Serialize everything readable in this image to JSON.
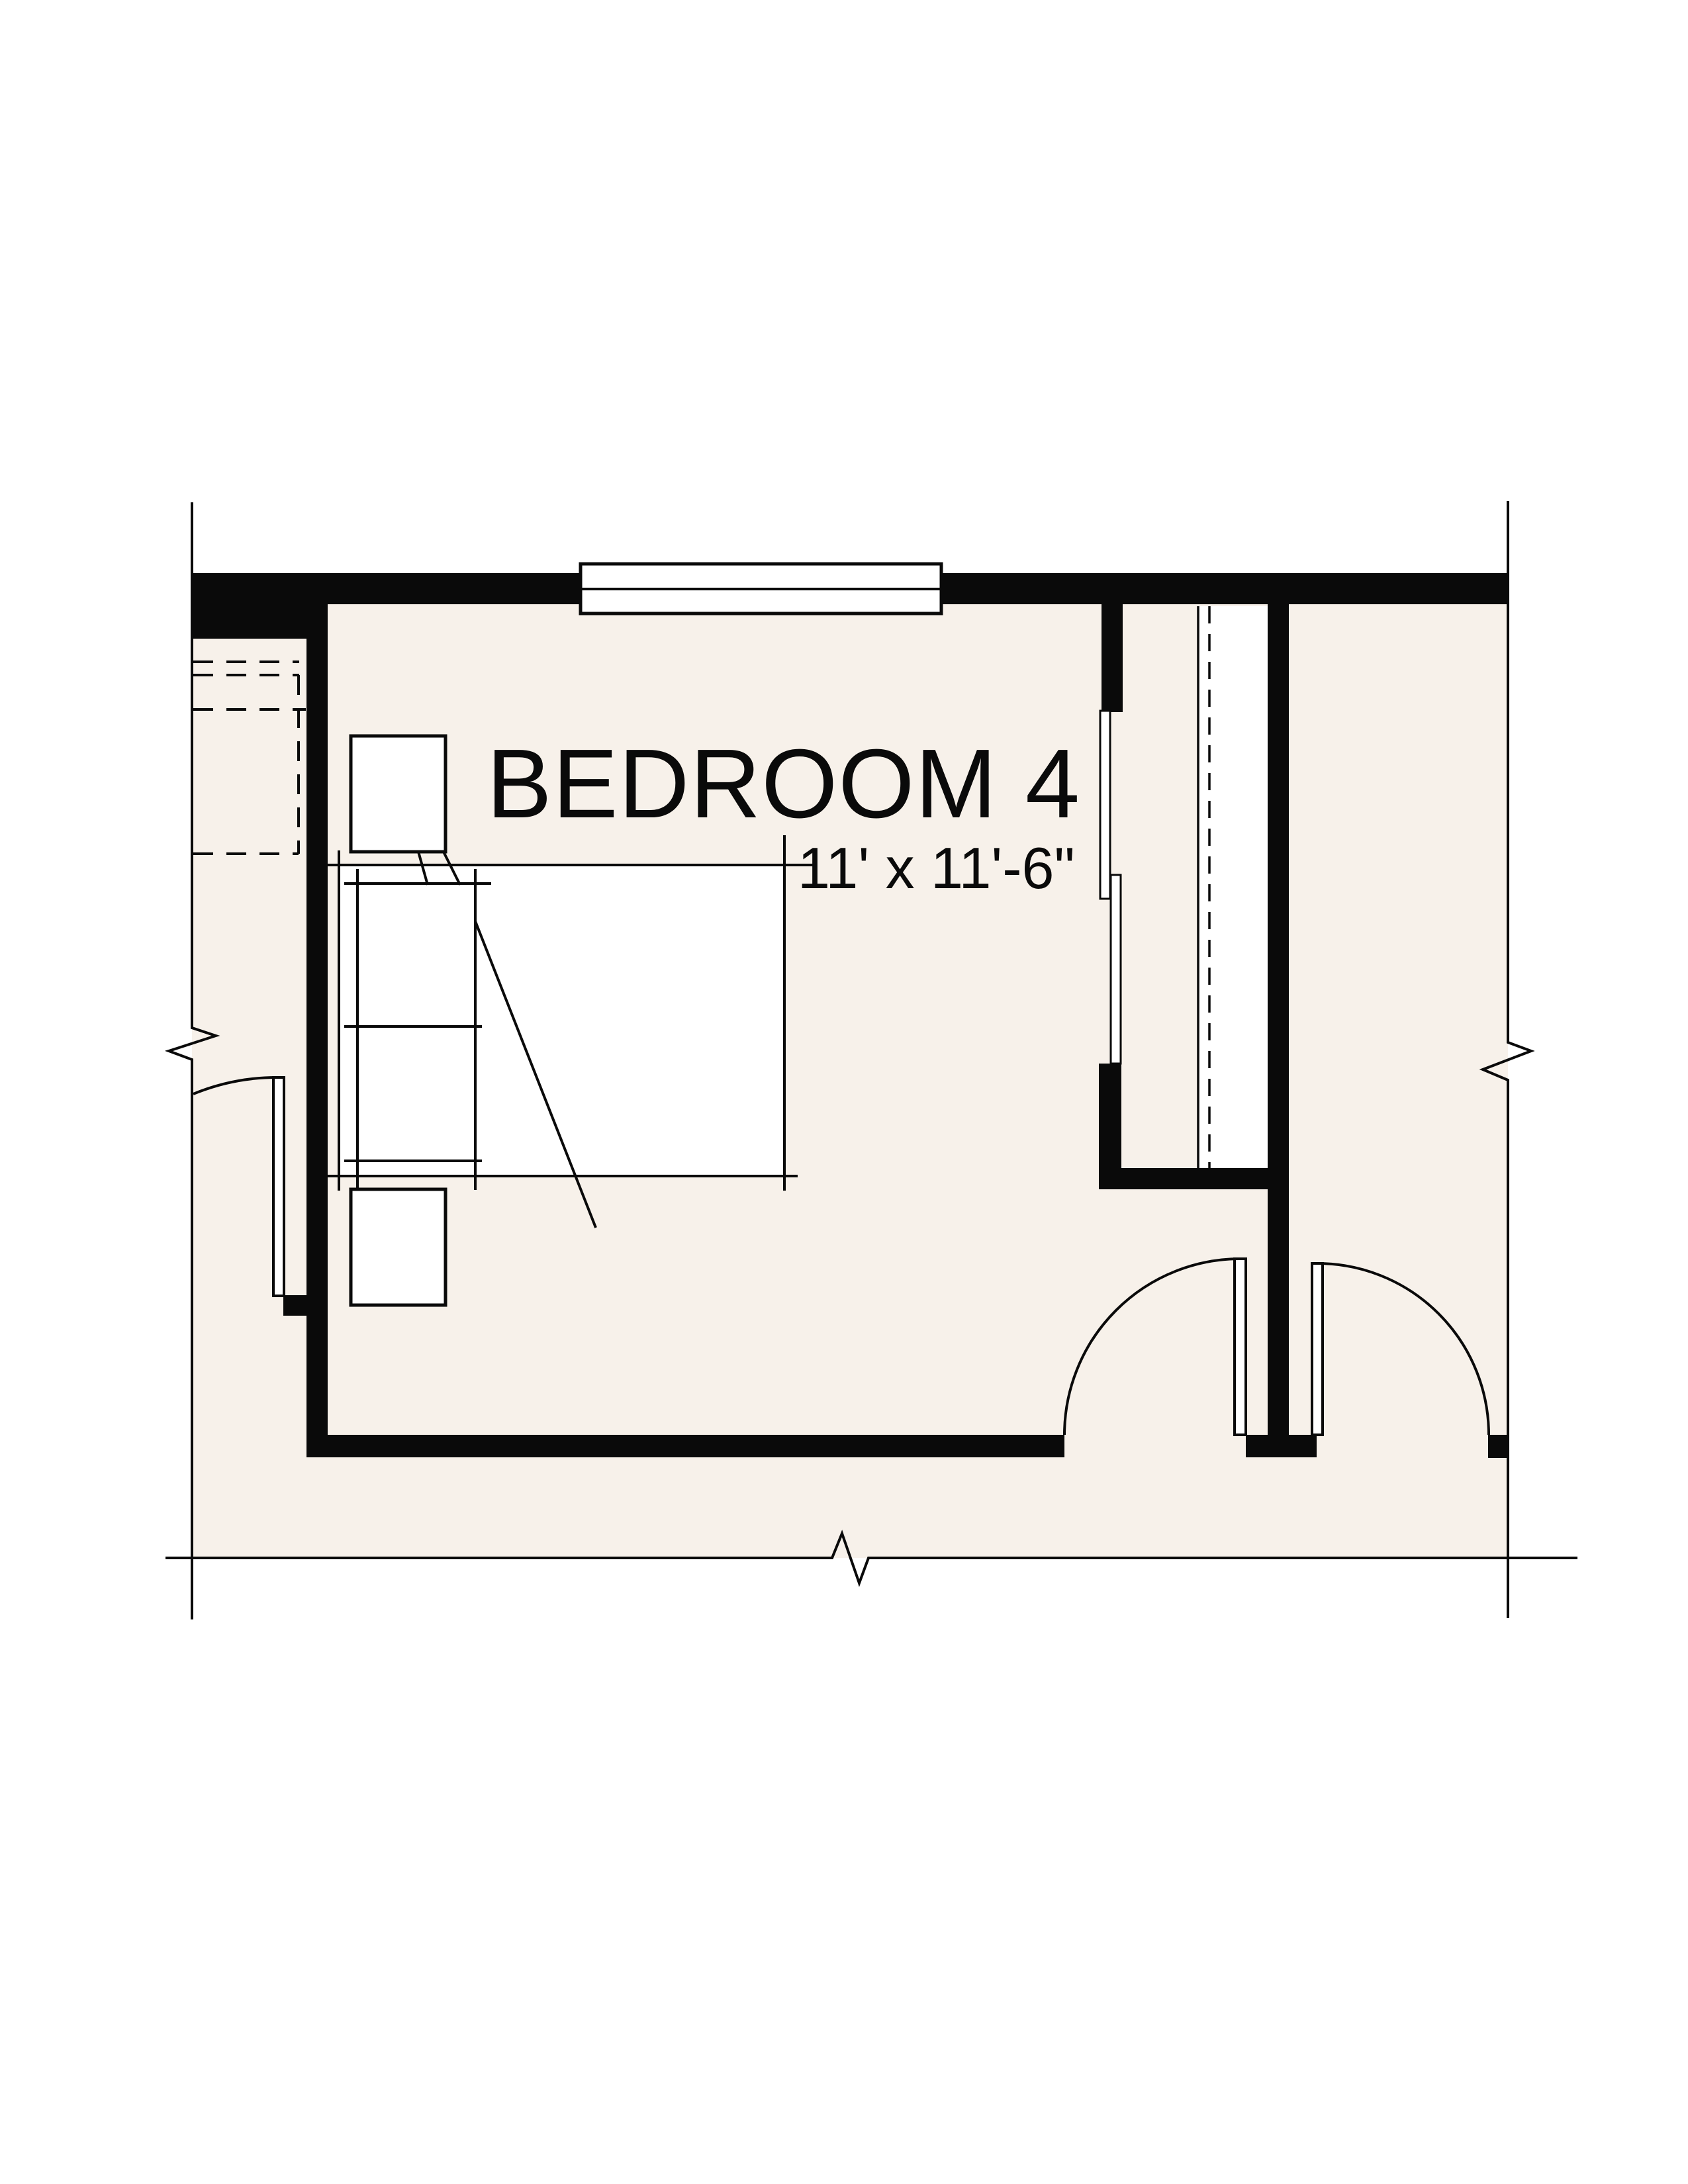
{
  "room": {
    "name": "BEDROOM 4",
    "dimensions": "11' x 11'-6\""
  },
  "colors": {
    "paper": "#ffffff",
    "floor": "#f7f1ea",
    "line": "#0a0a0a",
    "furniture_fill": "#ffffff"
  },
  "plan": {
    "type": "architectural-floor-plan",
    "features": [
      "double-bed-with-pillows-and-blanket-fold",
      "nightstand-upper",
      "nightstand-lower",
      "window-top-wall",
      "bipass-closet-doors",
      "closet-shelf-and-rod",
      "swing-door-left-neighbor-room",
      "swing-door-bottom-left",
      "swing-door-bottom-right",
      "dashed-wardrobe-neighbor-room",
      "break-line-left",
      "break-line-right",
      "break-line-bottom"
    ]
  }
}
